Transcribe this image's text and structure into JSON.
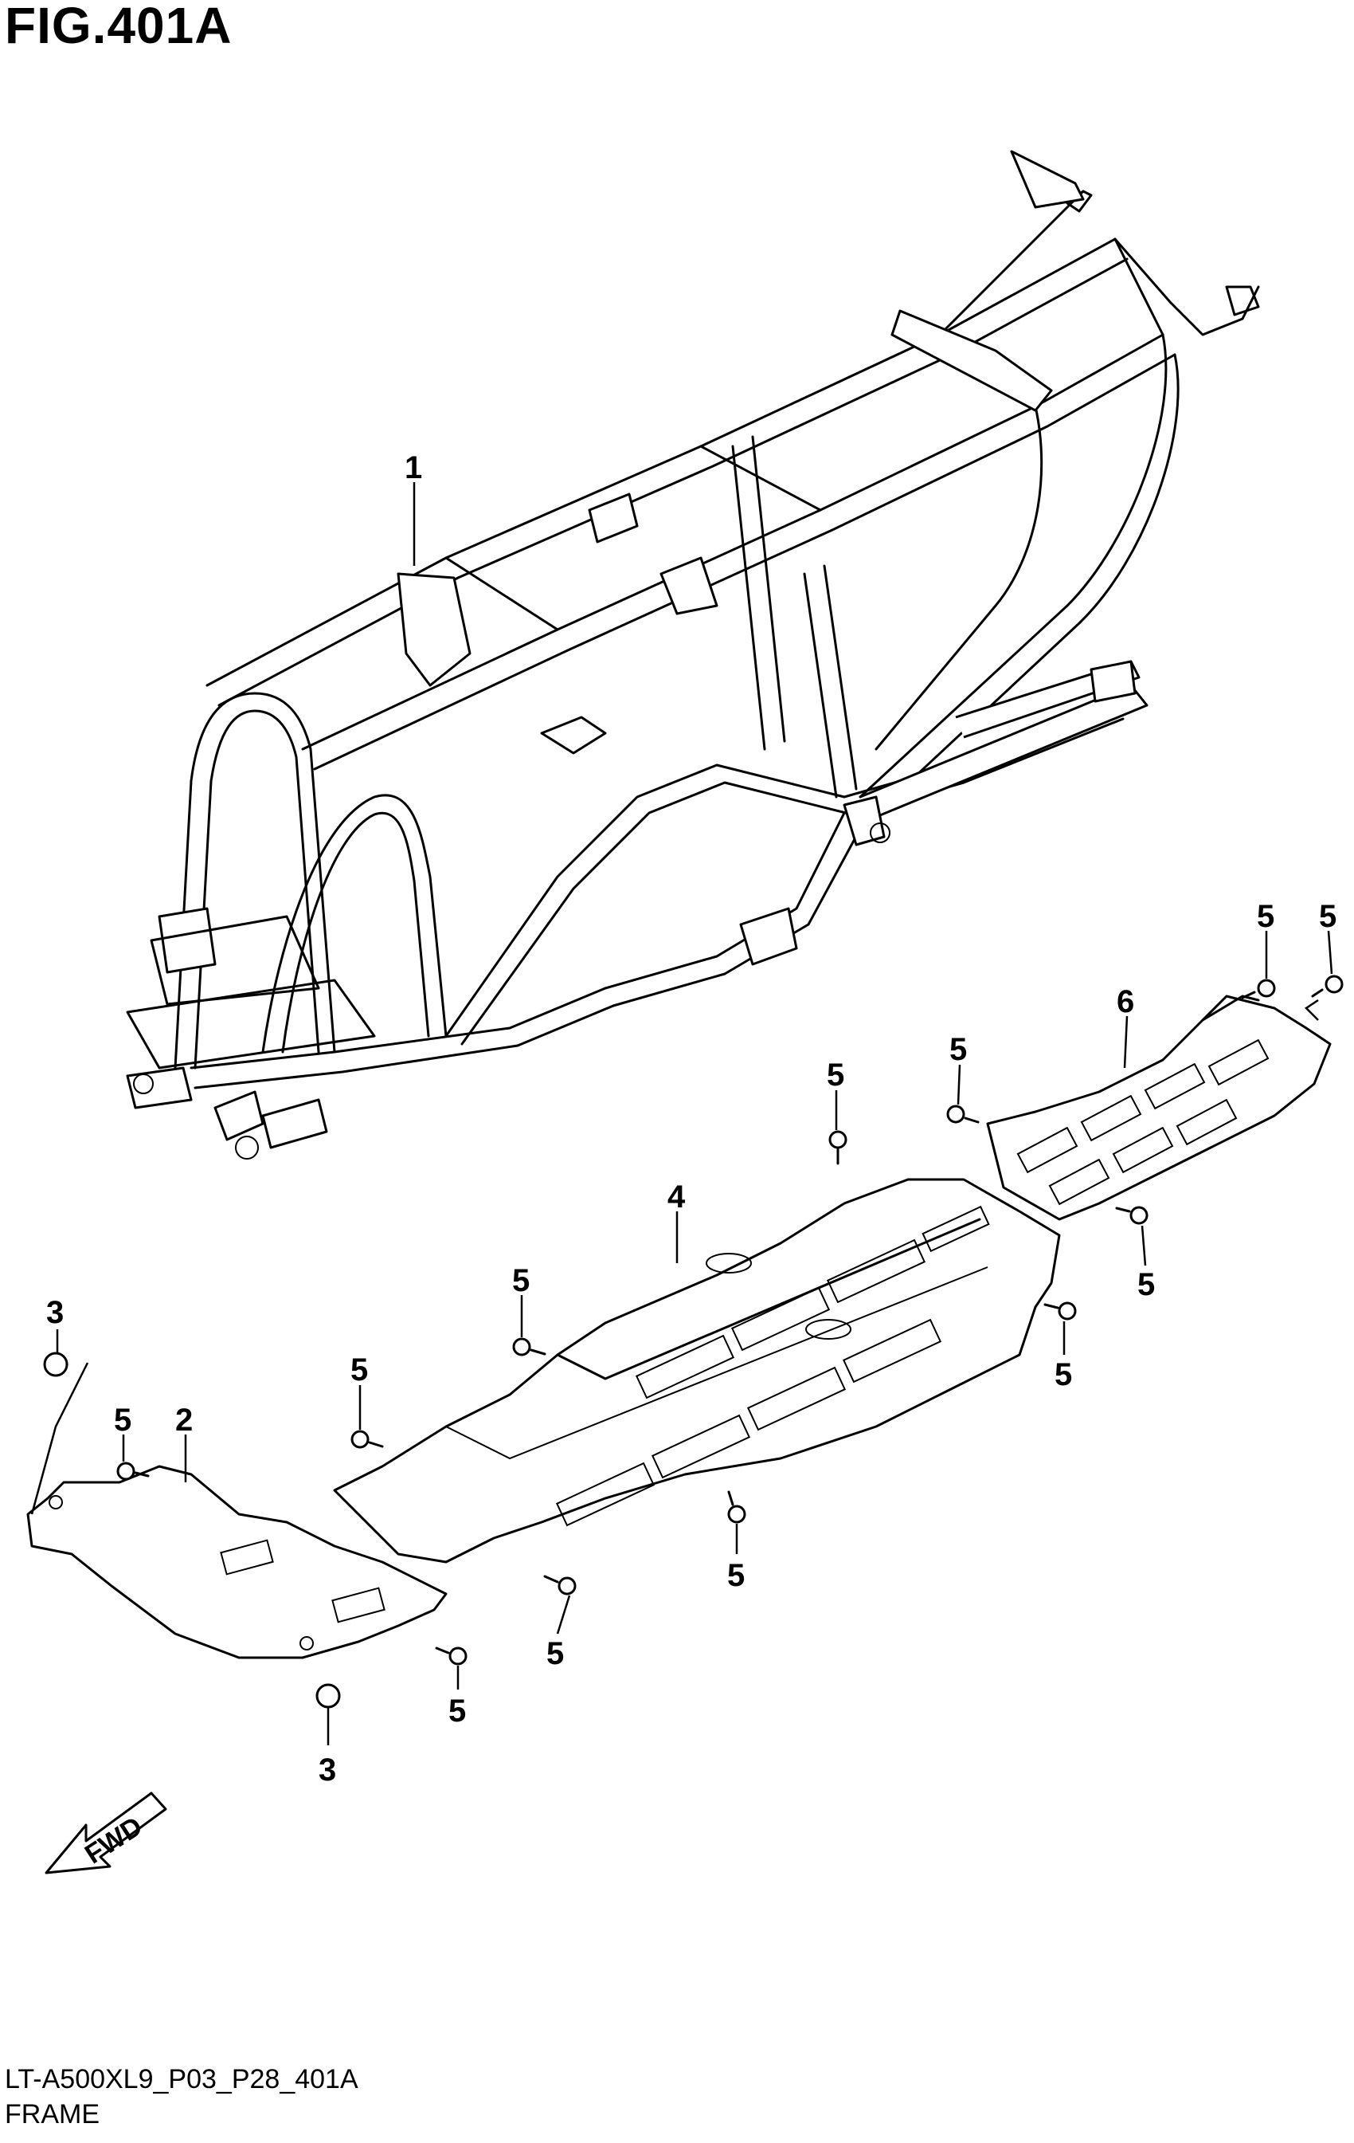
{
  "figure": {
    "title": "FIG.401A",
    "code": "LT-A500XL9_P03_P28_401A",
    "name": "FRAME"
  },
  "callouts": {
    "frame": "1",
    "front_skid_plate": "2",
    "screw_front_top": "3",
    "screw_front_bottom": "3",
    "center_skid_plate": "4",
    "rear_skid_plate": "6",
    "bolt_rear_right_a": "5",
    "bolt_rear_right_b": "5",
    "bolt_rear_left": "5",
    "bolt_rear_mid": "5",
    "bolt_center_top": "5",
    "bolt_center_right": "5",
    "bolt_center_left_upper": "5",
    "bolt_center_left_lower": "5",
    "bolt_center_bottom": "5",
    "bolt_center_front": "5",
    "bolt_front_plate_top": "5",
    "bolt_front_plate_bottom": "5"
  },
  "direction_arrow": {
    "label": "FWD",
    "icon": "fwd-arrow-icon"
  }
}
